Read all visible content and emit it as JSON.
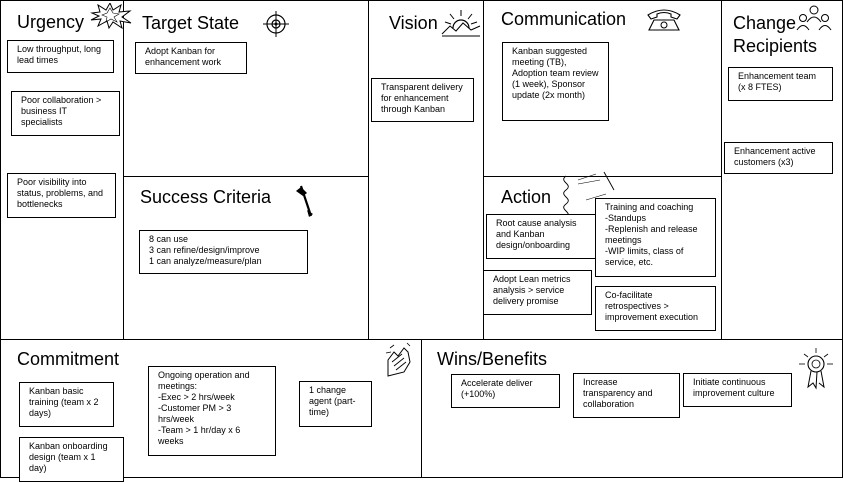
{
  "sections": {
    "urgency": {
      "title": "Urgency",
      "notes": [
        "Low throughput, long lead times",
        "Poor collaboration > business IT specialists",
        "Poor visibility into status, problems, and bottlenecks"
      ]
    },
    "target_state": {
      "title": "Target State",
      "notes": [
        "Adopt Kanban  for enhancement work"
      ]
    },
    "success_criteria": {
      "title": "Success Criteria",
      "notes": [
        "8 can use\n3 can refine/design/improve\n1 can analyze/measure/plan"
      ]
    },
    "vision": {
      "title": "Vision",
      "notes": [
        "Transparent delivery for enhancement through Kanban"
      ]
    },
    "communication": {
      "title": "Communication",
      "notes": [
        "Kanban suggested meeting (TB), Adoption team review (1 week), Sponsor update (2x month)"
      ]
    },
    "action": {
      "title": "Action",
      "notes": [
        "Root cause analysis and Kanban design/onboarding",
        "Training and coaching\n-Standups\n-Replenish and release meetings\n-WIP limits, class of service, etc.",
        "Adopt Lean metrics analysis > service delivery promise",
        "Co-facilitate retrospectives > improvement execution"
      ]
    },
    "change_recipients": {
      "title": "Change Recipients",
      "notes": [
        "Enhancement team (x 8 FTES)",
        "Enhancement active customers (x3)"
      ]
    },
    "commitment": {
      "title": "Commitment",
      "notes": [
        "Kanban basic training (team x 2 days)",
        "Kanban onboarding design (team x 1 day)",
        "Ongoing operation and meetings:\n-Exec > 2 hrs/week\n-Customer PM > 3 hrs/week\n-Team > 1 hr/day x 6 weeks",
        "1 change agent (part-time)"
      ]
    },
    "wins_benefits": {
      "title": "Wins/Benefits",
      "notes": [
        "Accelerate deliver (+100%)",
        "Increase transparency and collaboration",
        "Initiate continuous improvement culture"
      ]
    }
  },
  "icons": {
    "urgency": "explosion-icon",
    "target_state": "target-icon",
    "success_criteria": "flag-icon",
    "vision": "sunrise-icon",
    "communication": "telephone-icon",
    "action": "spring-sketch-icon",
    "change_recipients": "people-icon",
    "commitment": "handshake-icon",
    "wins_benefits": "award-ribbon-icon"
  }
}
